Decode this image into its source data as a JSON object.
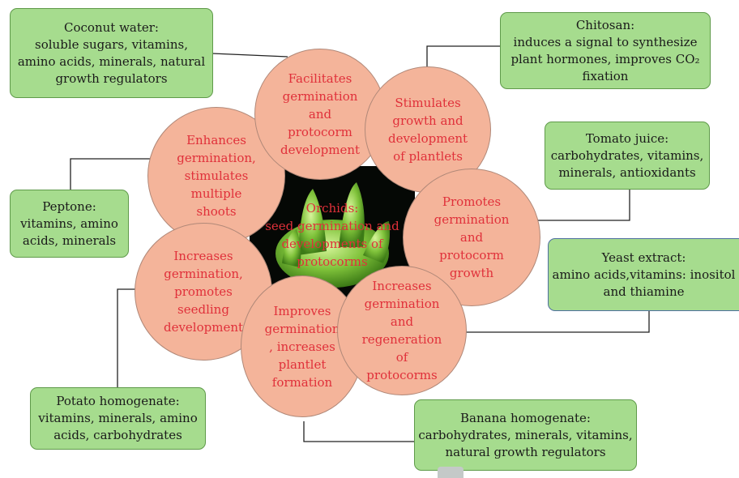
{
  "center": {
    "lines": [
      "Orchids:",
      "seed germination and",
      "developments of",
      "protocorms"
    ]
  },
  "effects": [
    {
      "id": "facilitates",
      "lines": [
        "Facilitates",
        "germination",
        "and",
        "protocorm",
        "development"
      ]
    },
    {
      "id": "stimulates",
      "lines": [
        "Stimulates",
        "growth and",
        "development",
        "of plantlets"
      ]
    },
    {
      "id": "promotes",
      "lines": [
        "Promotes",
        "germination",
        "and",
        "protocorm",
        "growth"
      ]
    },
    {
      "id": "increases-regeneration",
      "lines": [
        "Increases",
        "germination",
        "and",
        "regeneration",
        "of",
        "protocorms"
      ]
    },
    {
      "id": "improves",
      "lines": [
        "Improves",
        "germination",
        ", increases",
        "plantlet",
        "formation"
      ]
    },
    {
      "id": "increases-seedling",
      "lines": [
        "Increases",
        "germination,",
        "promotes",
        "seedling",
        "development"
      ]
    },
    {
      "id": "enhances",
      "lines": [
        "Enhances",
        "germination,",
        "stimulates",
        "multiple",
        "shoots"
      ]
    }
  ],
  "supplements": [
    {
      "id": "coconut-water",
      "lines": [
        "Coconut water:",
        "soluble sugars, vitamins,",
        "amino acids, minerals, natural",
        "growth regulators"
      ]
    },
    {
      "id": "chitosan",
      "lines": [
        "Chitosan:",
        "induces a signal to synthesize",
        "plant hormones, improves CO₂",
        "fixation"
      ]
    },
    {
      "id": "tomato-juice",
      "lines": [
        "Tomato juice:",
        "carbohydrates, vitamins,",
        "minerals, antioxidants"
      ]
    },
    {
      "id": "yeast-extract",
      "lines": [
        "Yeast extract:",
        "amino acids,vitamins: inositol",
        "and thiamine"
      ]
    },
    {
      "id": "banana-homogenate",
      "lines": [
        "Banana homogenate:",
        "carbohydrates, minerals, vitamins,",
        "natural growth regulators"
      ]
    },
    {
      "id": "potato-homogenate",
      "lines": [
        "Potato homogenate:",
        "vitamins, minerals, amino",
        "acids, carbohydrates"
      ]
    },
    {
      "id": "peptone",
      "lines": [
        "Peptone:",
        "vitamins, amino",
        "acids, minerals"
      ]
    }
  ],
  "colors": {
    "box_fill": "#a6dc8e",
    "box_border": "#5f9a4a",
    "circle_fill": "#f4b49a",
    "effect_text": "#e0303a"
  }
}
